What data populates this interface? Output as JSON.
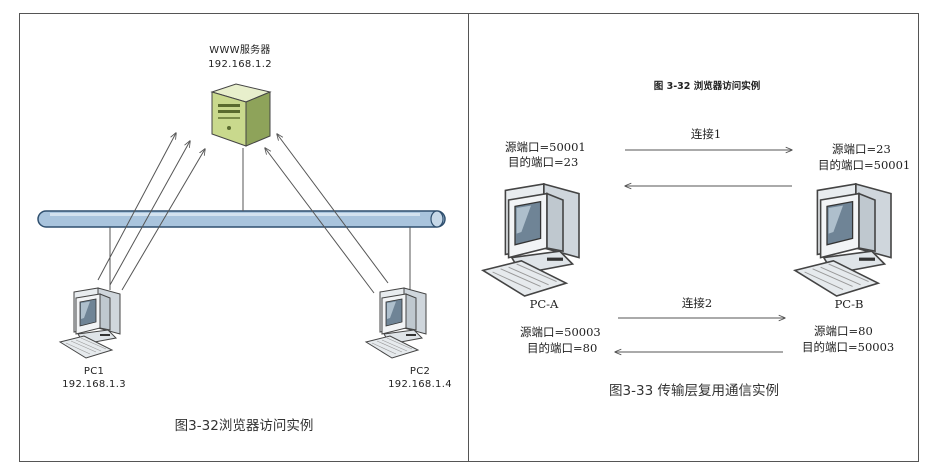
{
  "left": {
    "server": {
      "name": "WWW服务器",
      "ip": "192.168.1.2"
    },
    "pc1": {
      "name": "PC1",
      "ip": "192.168.1.3"
    },
    "pc2": {
      "name": "PC2",
      "ip": "192.168.1.4"
    },
    "caption": "图3-32浏览器访问实例"
  },
  "right": {
    "title": "图 3-32 浏览器访问实例",
    "pc_a": {
      "name": "PC-A",
      "top_src": "源端口=50001",
      "top_dst": "目的端口=23",
      "bottom_src": "源端口=50003",
      "bottom_dst": "目的端口=80"
    },
    "pc_b": {
      "name": "PC-B",
      "top_src": "源端口=23",
      "top_dst": "目的端口=50001",
      "bottom_src": "源端口=80",
      "bottom_dst": "目的端口=50003"
    },
    "conn1": "连接1",
    "conn2": "连接2",
    "caption": "图3-33 传输层复用通信实例"
  },
  "colors": {
    "bus_fill": "#a9c4dd",
    "bus_stroke": "#2f4f6e",
    "server_green": "#c9d98d",
    "monitor_screen": "#6f8496",
    "line": "#555555"
  }
}
